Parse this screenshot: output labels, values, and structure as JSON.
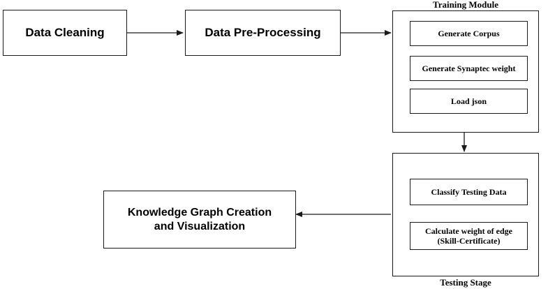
{
  "nodes": {
    "data_cleaning": "Data Cleaning",
    "data_preprocessing": "Data Pre-Processing",
    "training_module": {
      "title": "Training Module",
      "items": [
        "Generate Corpus",
        "Generate Synaptec weight",
        "Load json"
      ]
    },
    "testing_stage": {
      "title": "Testing Stage",
      "items": [
        "Classify Testing Data",
        "Calculate weight of edge",
        "(Skill-Certificate)"
      ]
    },
    "knowledge_graph": {
      "line1": "Knowledge Graph Creation",
      "line2": "and Visualization"
    }
  }
}
